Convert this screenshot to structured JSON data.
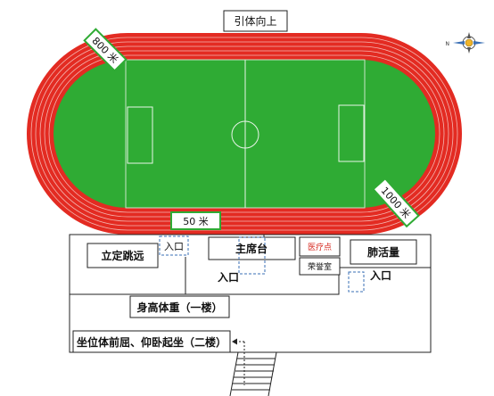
{
  "labels": {
    "pull_up": "引体向上",
    "m800": "800 米",
    "m50": "50 米",
    "m1000": "1000 米",
    "long_jump": "立定跳远",
    "entrance_left": "入口",
    "main_stand": "主席台",
    "entrance_center": "入口",
    "clinic": "医疗点",
    "honor_room": "荣誉室",
    "lung_capacity": "肺活量",
    "entrance_right": "入口",
    "height_weight": "身高体重（一楼）",
    "sit_reach": "坐位体前屈、仰卧起坐（二楼）"
  },
  "compass": {
    "north_letter": "N"
  },
  "colors": {
    "track": "#e32b22",
    "field": "#2fab34",
    "lane_line": "#f4b6b1",
    "clinic_text": "#d6261c",
    "entrance_dash": "#3a6fb5"
  }
}
